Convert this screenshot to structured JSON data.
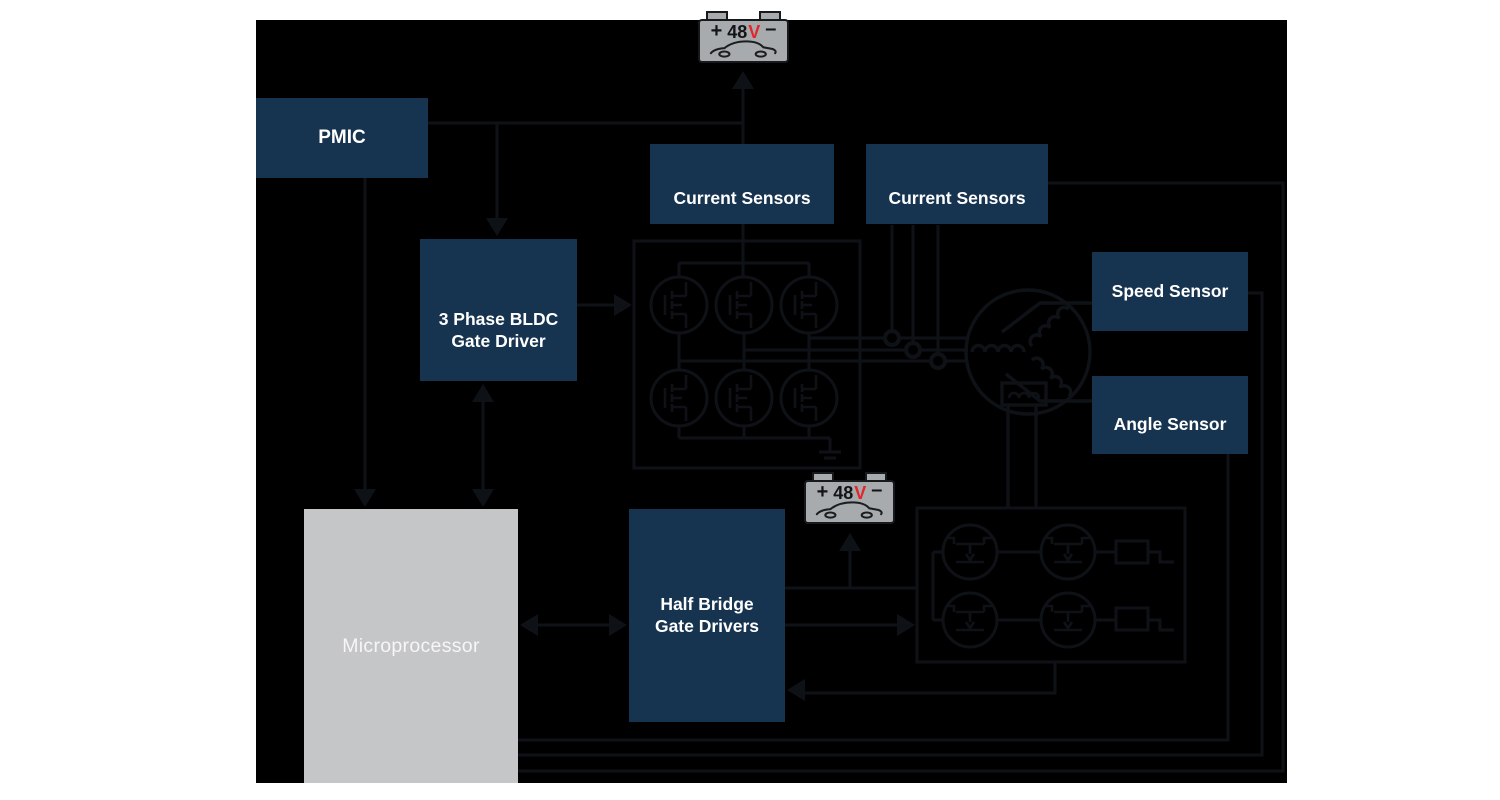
{
  "blocks": {
    "pmic": {
      "label": "PMIC"
    },
    "gate_driver": {
      "label": "3 Phase BLDC\nGate Driver"
    },
    "current_sensors_left": {
      "label": "Current Sensors"
    },
    "current_sensors_right": {
      "label": "Current Sensors"
    },
    "speed_sensor": {
      "label": "Speed Sensor"
    },
    "angle_sensor": {
      "label": "Angle Sensor"
    },
    "half_bridge": {
      "label": "Half Bridge\nGate Drivers"
    },
    "microprocessor": {
      "label": "Microprocessor"
    }
  },
  "battery_top": {
    "plus": "+",
    "voltage": "48",
    "unit": "V",
    "minus": "–"
  },
  "battery_bottom": {
    "plus": "+",
    "voltage": "48",
    "unit": "V",
    "minus": "–"
  },
  "icons": {
    "battery_top": "car-battery-48v-icon",
    "battery_bottom": "car-battery-48v-icon",
    "inverter": "six-mosfet-bridge-icon",
    "motor": "three-phase-motor-icon",
    "safety_switches": "four-mosfet-relay-icon",
    "ground": "ground-icon"
  },
  "colors": {
    "page_bg": "#ffffff",
    "canvas_bg": "#000000",
    "navy": "#16334f",
    "block_gray": "#c5c6c8",
    "line": "#0e1217",
    "battery_gray": "#a7abae",
    "battery_dark": "#17191b",
    "red": "#e2262b",
    "text_white": "#ffffff"
  }
}
